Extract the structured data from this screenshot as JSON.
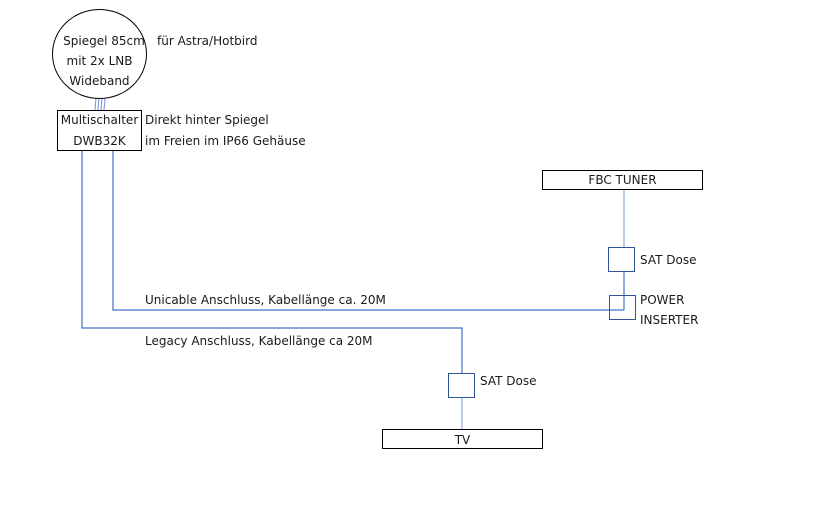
{
  "diagram": {
    "dish": {
      "lines": [
        "Spiegel 85cm",
        "mit 2x LNB",
        "Wideband"
      ],
      "note": "für Astra/Hotbird"
    },
    "multiswitch": {
      "lines": [
        "Multischalter",
        "DWB32K"
      ],
      "note_lines": [
        "Direkt hinter Spiegel",
        "im Freien im IP66 Gehäuse"
      ]
    },
    "fbc_tuner": {
      "label": "FBC TUNER"
    },
    "sat_dose_top": {
      "label": "SAT Dose"
    },
    "power_inserter": {
      "lines": [
        "POWER",
        "INSERTER"
      ]
    },
    "sat_dose_bottom": {
      "label": "SAT Dose"
    },
    "tv": {
      "label": "TV"
    },
    "cables": {
      "unicable": "Unicable Anschluss, Kabellänge ca. 20M",
      "legacy": "Legacy Anschluss, Kabellänge ca 20M"
    },
    "colors": {
      "cable": "#4472c4",
      "box_border": "#000000",
      "small_box_border": "#2f5597"
    }
  }
}
